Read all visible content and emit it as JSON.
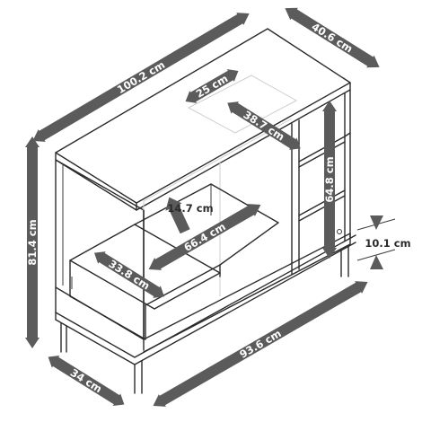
{
  "dimensions": {
    "width_top": "100.2 cm",
    "depth_top": "40.6 cm",
    "height_total": "81.4 cm",
    "drawer_inner_depth": "25 cm",
    "top_shelf_width": "38.7 cm",
    "side_height": "64.8 cm",
    "leg_height": "10.1 cm",
    "drawer_height": "14.7 cm",
    "drawer_width": "66.4 cm",
    "drawer_depth": "33.8 cm",
    "base_depth": "34 cm",
    "base_width": "93.6 cm"
  },
  "colors": {
    "arrow": "#5b5b5b",
    "line": "#2a2a2a",
    "label": "#ffffff"
  }
}
